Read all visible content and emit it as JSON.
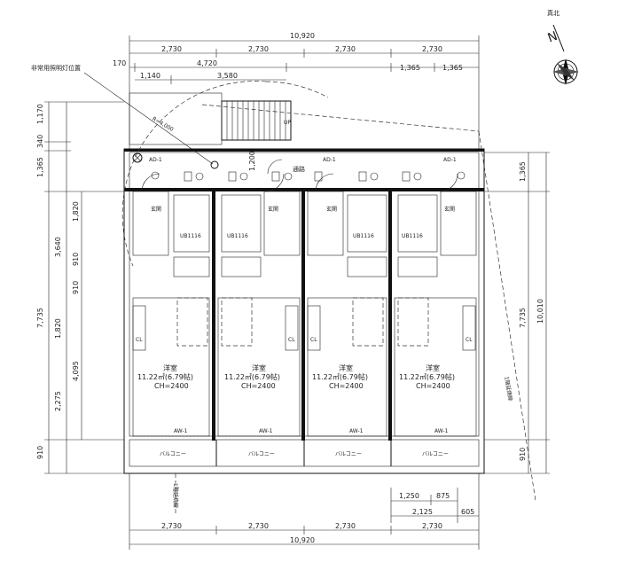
{
  "north": {
    "label": "真北",
    "letter": "N"
  },
  "annotation_top": "非常用照明灯位置",
  "stair": {
    "radius": "R=4,000",
    "up": "UP"
  },
  "dims_top_total": "10,920",
  "dims_top_row1": [
    "2,730",
    "2,730",
    "2,730",
    "2,730"
  ],
  "dims_top_row2": [
    "170",
    "4,720",
    "1,365",
    "1,365"
  ],
  "dims_top_row3": [
    "1,140",
    "3,580"
  ],
  "dims_left_outer": [
    "1,170",
    "340",
    "1,365",
    "3,640",
    "7,735",
    "910"
  ],
  "dims_left_inner": [
    "1,820",
    "910",
    "910",
    "1,820",
    "4,095",
    "2,275"
  ],
  "dims_right": [
    "1,365",
    "7,735",
    "10,010",
    "910"
  ],
  "dims_bottom_row1": [
    "1,250",
    "875"
  ],
  "dims_bottom_row2": [
    "2,125",
    "605"
  ],
  "dims_bottom_row3": [
    "2,730",
    "2,730",
    "2,730",
    "2,730"
  ],
  "dims_bottom_total": "10,920",
  "entrance_height": "1,200",
  "hallway_label": "通路",
  "boundary_label_bottom": "1階延焼線",
  "boundary_label_right": "1階延焼線",
  "ad_label": "AD-1",
  "aw_label": "AW-1",
  "cl_label": "CL",
  "genkan_label": "玄関",
  "ub_label": "UB1116",
  "balcony_label": "バルコニー",
  "units": [
    {
      "room": "洋室",
      "area": "11.22㎡(6.79帖)",
      "ch": "CH=2400"
    },
    {
      "room": "洋室",
      "area": "11.22㎡(6.79帖)",
      "ch": "CH=2400"
    },
    {
      "room": "洋室",
      "area": "11.22㎡(6.79帖)",
      "ch": "CH=2400"
    },
    {
      "room": "洋室",
      "area": "11.22㎡(6.79帖)",
      "ch": "CH=2400"
    }
  ]
}
